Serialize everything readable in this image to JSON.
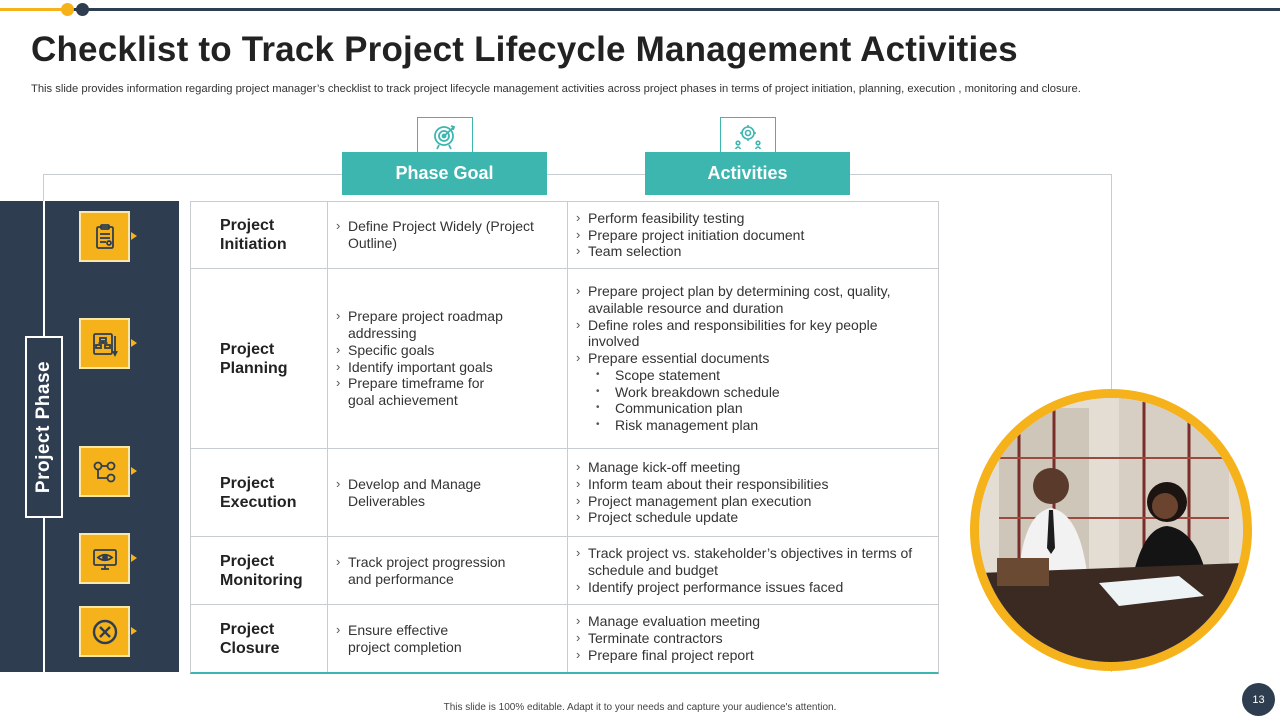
{
  "title": "Checklist to Track Project Lifecycle Management Activities",
  "subtitle": "This slide provides information regarding project manager’s checklist to track project lifecycle management activities across project phases in terms of project initiation, planning, execution , monitoring and closure.",
  "side_label": "Project Phase",
  "headers": {
    "goal": "Phase Goal",
    "activities": "Activities"
  },
  "icons": {
    "goal_header": "target-icon",
    "activities_header": "gear-team-icon",
    "rows": [
      "clipboard-icon",
      "planning-board-icon",
      "process-gears-icon",
      "monitor-eye-icon",
      "close-circle-icon"
    ]
  },
  "phases": [
    {
      "name_line1": "Project",
      "name_line2": "Initiation",
      "goals": [
        "Define Project Widely (Project Outline)"
      ],
      "activities": [
        "Perform feasibility testing",
        "Prepare project initiation document",
        "Team selection"
      ]
    },
    {
      "name_line1": "Project",
      "name_line2": "Planning",
      "goals": [
        "Prepare project roadmap addressing",
        "Specific goals",
        "Identify important goals",
        "Prepare timeframe for goal achievement"
      ],
      "activities": [
        "Prepare project plan by determining cost, quality, available resource and duration",
        "Define roles and responsibilities for key people involved",
        "Prepare essential documents"
      ],
      "sub_activities": [
        "Scope statement",
        "Work breakdown schedule",
        "Communication plan",
        "Risk management plan"
      ]
    },
    {
      "name_line1": "Project",
      "name_line2": "Execution",
      "goals": [
        "Develop and Manage Deliverables"
      ],
      "activities": [
        "Manage kick-off meeting",
        "Inform team about their responsibilities",
        "Project management plan execution",
        "Project schedule update"
      ]
    },
    {
      "name_line1": "Project",
      "name_line2": "Monitoring",
      "goals": [
        "Track project progression and performance"
      ],
      "activities": [
        "Track project vs. stakeholder’s objectives in terms of schedule and budget",
        "Identify project performance issues faced"
      ]
    },
    {
      "name_line1": "Project",
      "name_line2": "Closure",
      "goals": [
        "Ensure effective project completion"
      ],
      "activities": [
        "Manage evaluation meeting",
        "Terminate contractors",
        "Prepare final project report"
      ]
    }
  ],
  "footer": "This slide is 100% editable. Adapt it to your needs and capture your audience's attention.",
  "page_number": "13",
  "colors": {
    "navy": "#2e3e50",
    "teal": "#3db6b0",
    "yellow": "#f5b21b"
  }
}
